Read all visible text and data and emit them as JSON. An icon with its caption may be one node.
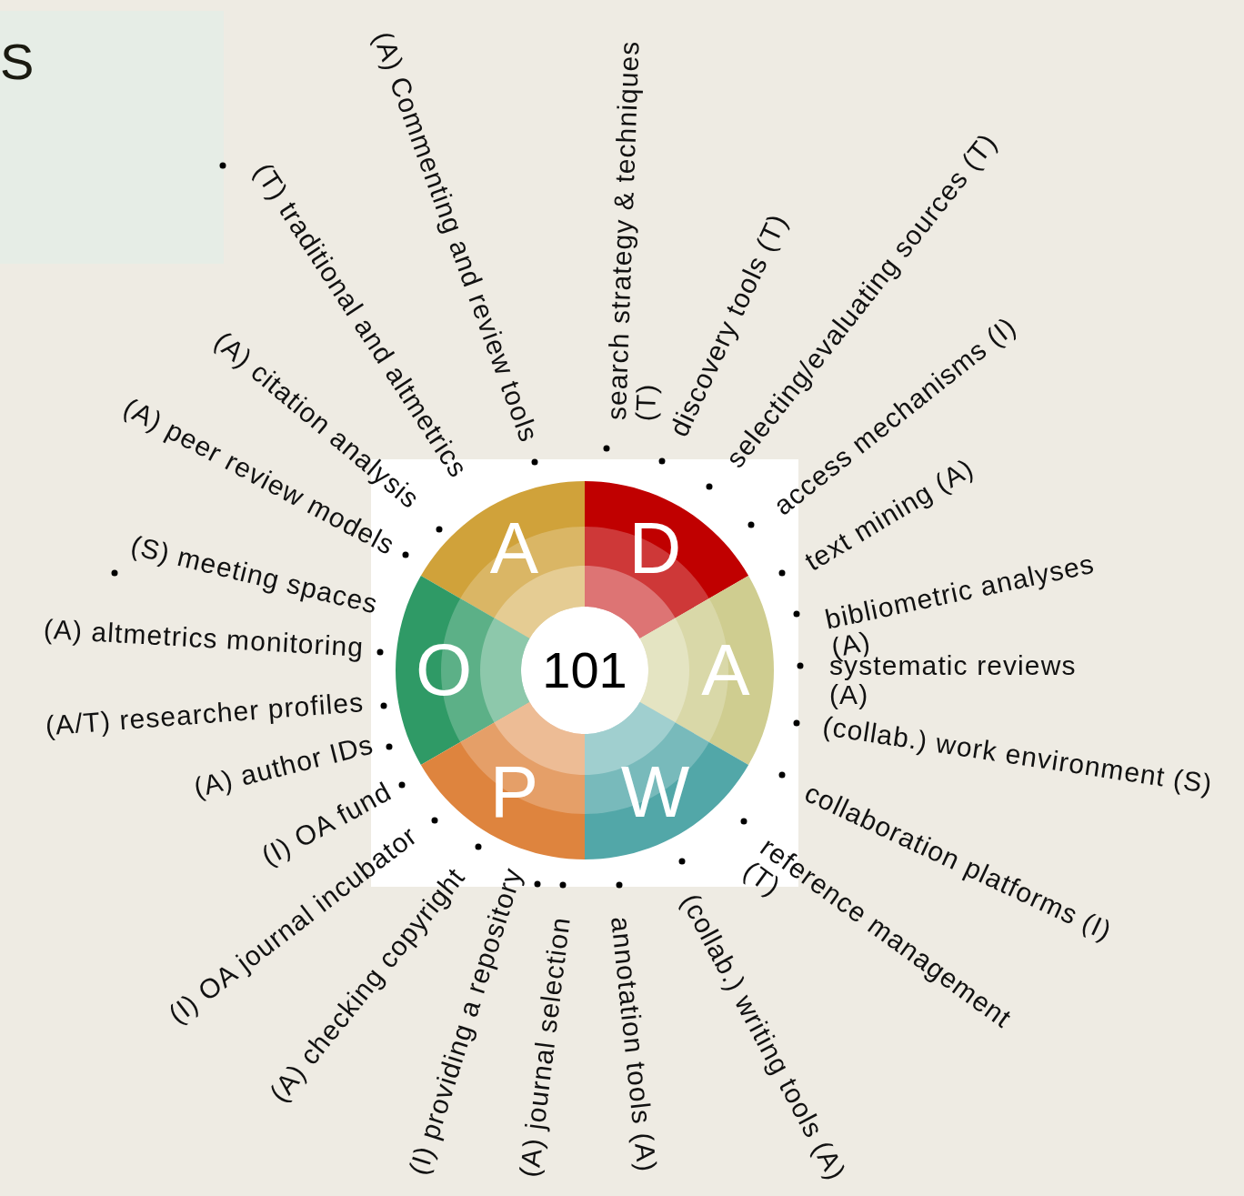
{
  "diagram": {
    "nodes": [
      {
        "text": [
          "A"
        ]
      },
      {
        "text": [
          "D"
        ]
      },
      {
        "text": [
          "O"
        ]
      },
      {
        "text": [
          "101"
        ]
      },
      {
        "text": [
          "A"
        ]
      },
      {
        "text": [
          "P"
        ]
      },
      {
        "text": [
          "W"
        ]
      }
    ],
    "labels": [
      "S",
      "(A) Commenting and review tools",
      "search strategy & techniques (T)",
      "selecting/evaluating sources (T)",
      "(T) traditional and altmetrics",
      "discovery tools (T)",
      "access mechanisms (I)",
      "(A) citation analysis",
      "(A) peer review models",
      "text mining (A)",
      "(S) meeting spaces",
      "bibliometric analyses (A)",
      "(A) altmetrics monitoring",
      "systematic reviews (A)",
      "(A/T) researcher profiles",
      "(collab.) work environment (S)",
      "(A) author IDs",
      "collaboration platforms (I)",
      "(I) OA fund",
      "reference management (T)",
      "(I) OA journal incubator",
      "(A) checking copyright",
      "(I) providing a repository",
      "(A) journal selection",
      "annotation tools (A)",
      "(collab.) writing tools (A)"
    ]
  }
}
